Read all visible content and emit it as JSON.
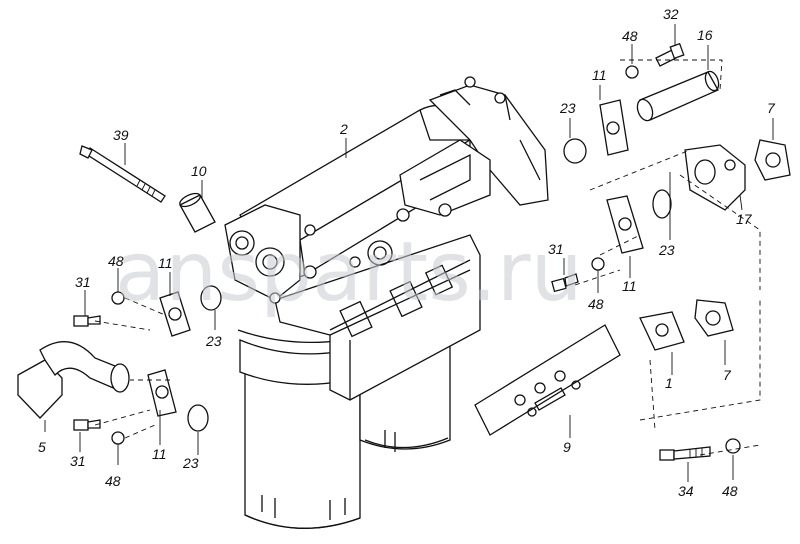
{
  "watermark": "ansparts.ru",
  "callouts": {
    "c1": "1",
    "c2": "2",
    "c5": "5",
    "c7a": "7",
    "c7b": "7",
    "c9": "9",
    "c10": "10",
    "c11a": "11",
    "c11b": "11",
    "c11c": "11",
    "c11d": "11",
    "c16": "16",
    "c17": "17",
    "c23a": "23",
    "c23b": "23",
    "c23c": "23",
    "c23d": "23",
    "c31a": "31",
    "c31b": "31",
    "c31c": "31",
    "c32": "32",
    "c34": "34",
    "c39": "39",
    "c48a": "48",
    "c48b": "48",
    "c48c": "48",
    "c48d": "48",
    "c48e": "48"
  }
}
